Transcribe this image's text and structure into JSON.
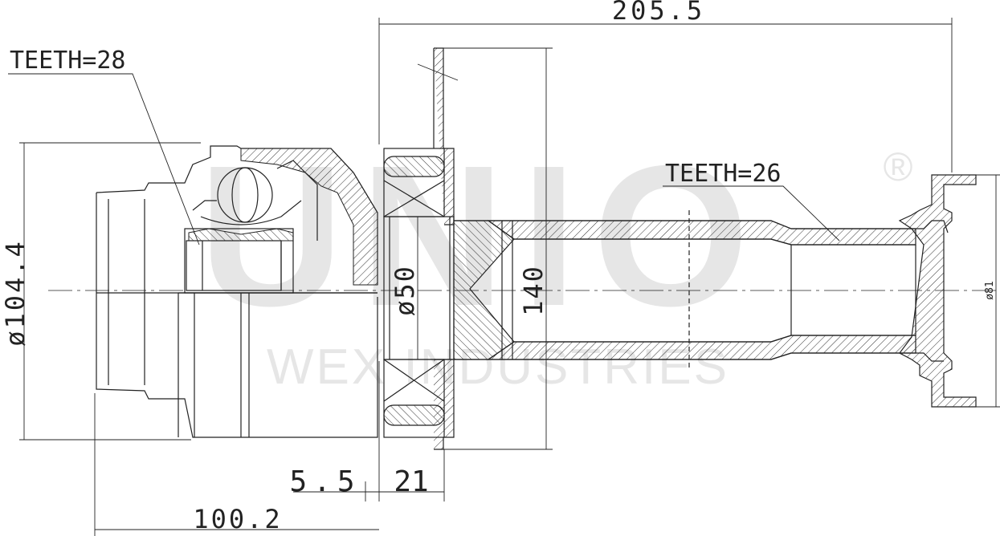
{
  "labels": {
    "teeth_left": "TEETH=28",
    "teeth_right": "TEETH=26"
  },
  "dimensions": {
    "overall_length": "205.5",
    "outer_diameter": "ø104.4",
    "shaft_diameter": "ø50",
    "flange_height": "140",
    "end_diameter": "ø81",
    "gap": "5.5",
    "bearing_width": "21",
    "joint_length": "100.2"
  },
  "watermark": {
    "brand": "UNIO",
    "registered": "®",
    "company": "WEX INDUSTRIES"
  },
  "colors": {
    "line": "#222222",
    "watermark": "#e6e6e6"
  }
}
